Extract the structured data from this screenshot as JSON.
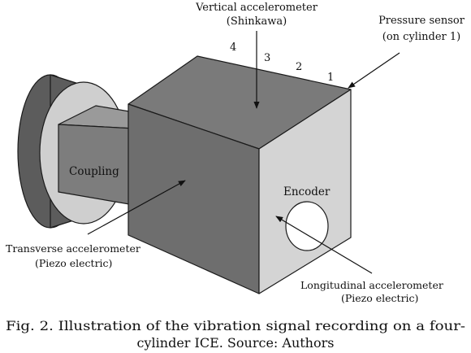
{
  "labels": {
    "vertical_accelerometer": "Vertical accelerometer",
    "vertical_accelerometer_type": "(Shinkawa)",
    "pressure_sensor": "Pressure sensor",
    "pressure_sensor_location": "(on cylinder 1)",
    "coupling": "Coupling",
    "encoder": "Encoder",
    "transverse_accelerometer": "Transverse accelerometer",
    "transverse_accelerometer_type": "(Piezo electric)",
    "longitudinal_accelerometer": "Longitudinal accelerometer",
    "longitudinal_accelerometer_type": "(Piezo electric)"
  },
  "cylinders": [
    "4",
    "3",
    "2",
    "1"
  ],
  "caption": {
    "line1": "Fig. 2. Illustration of the vibration signal recording on a four-",
    "line2": "cylinder ICE. Source: Authors"
  },
  "colors": {
    "front_face": "#6e6e6e",
    "top_face": "#7a7a7a",
    "side_face": "#d4d4d4",
    "disk_dark": "#5c5c5c",
    "disk_light": "#cfcfcf",
    "coupling": "#7d7d7d",
    "encoder_hole": "#ffffff"
  }
}
